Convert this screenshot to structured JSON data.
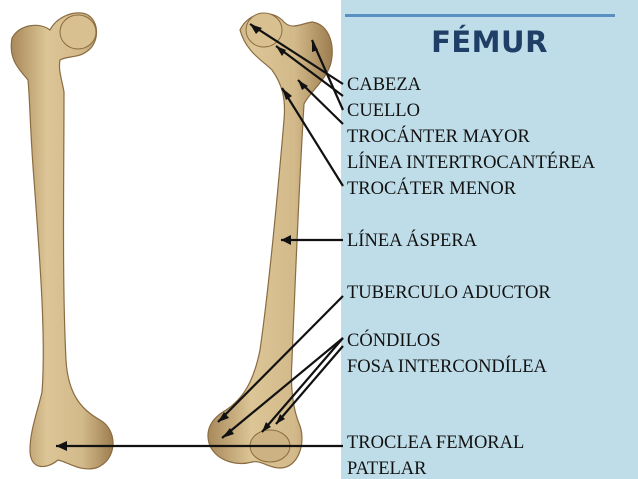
{
  "title": "FÉMUR",
  "colors": {
    "panel": "#bfdde8",
    "title": "#1f3f66",
    "bone": "#d2b98a",
    "bone_shadow": "#a8895a",
    "line": "#111111"
  },
  "labels": [
    {
      "id": "cabeza",
      "text": "CABEZA"
    },
    {
      "id": "cuello",
      "text": "CUELLO"
    },
    {
      "id": "trocanter-mayor",
      "text": "TROCÁNTER MAYOR"
    },
    {
      "id": "linea-intertrocanterea",
      "text": "LÍNEA INTERTROCANTÉREA"
    },
    {
      "id": "trocanter-menor",
      "text": "TROCÁTER MENOR"
    },
    {
      "id": "linea-aspera",
      "text": "LÍNEA ÁSPERA"
    },
    {
      "id": "tuberculo-aductor",
      "text": "TUBERCULO ADUCTOR"
    },
    {
      "id": "condilos",
      "text": "CÓNDILOS"
    },
    {
      "id": "fosa-intercondilea",
      "text": "FOSA INTERCONDÍLEA"
    },
    {
      "id": "troclea-femoral",
      "text": "TROCLEA FEMORAL"
    },
    {
      "id": "patelar",
      "text": "PATELAR"
    }
  ]
}
